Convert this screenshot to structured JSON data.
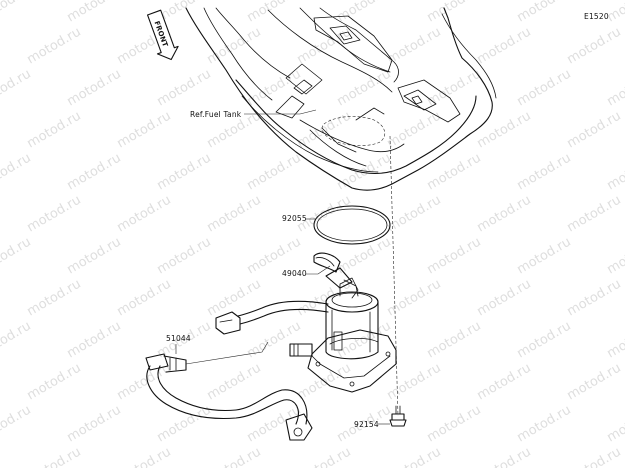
{
  "diagram_code": "E1520",
  "front_label": "FRONT",
  "watermark_text": "motod.ru",
  "labels": {
    "fuel_tank": "Ref.Fuel Tank",
    "o_ring": "92055",
    "pump": "49040",
    "hose": "51044",
    "bolt": "92154"
  },
  "colors": {
    "line": "#111111",
    "background": "#ffffff",
    "watermark": "#c4c4c4"
  }
}
